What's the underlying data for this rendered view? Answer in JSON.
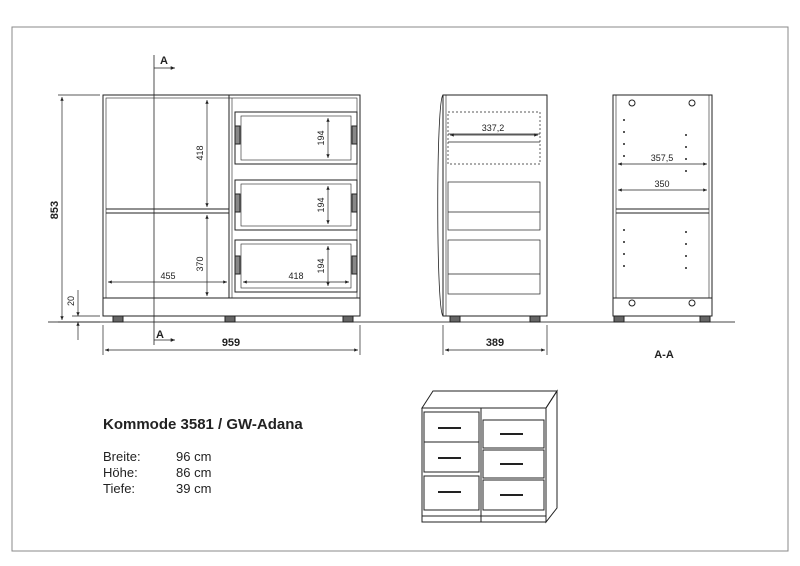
{
  "product": {
    "title": "Kommode 3581 / GW-Adana",
    "specs": [
      {
        "label": "Breite:",
        "value": "96 cm"
      },
      {
        "label": "Höhe:",
        "value": "86 cm"
      },
      {
        "label": "Tiefe:",
        "value": "39 cm"
      }
    ]
  },
  "front_view": {
    "width": "959",
    "height": "853",
    "plinth": "20",
    "open_width": "455",
    "upper_height": "418",
    "lower_height": "370",
    "drawer_width": "418",
    "drawer_heights": [
      "194",
      "194",
      "194"
    ]
  },
  "side_view": {
    "depth": "389",
    "inner_depth": "337,2"
  },
  "section_view": {
    "label": "A-A",
    "depth_outer": "357,5",
    "depth_inner": "350"
  },
  "section_marker": "A",
  "colors": {
    "line": "#222222",
    "border": "#888888",
    "hidden": "#555555"
  }
}
